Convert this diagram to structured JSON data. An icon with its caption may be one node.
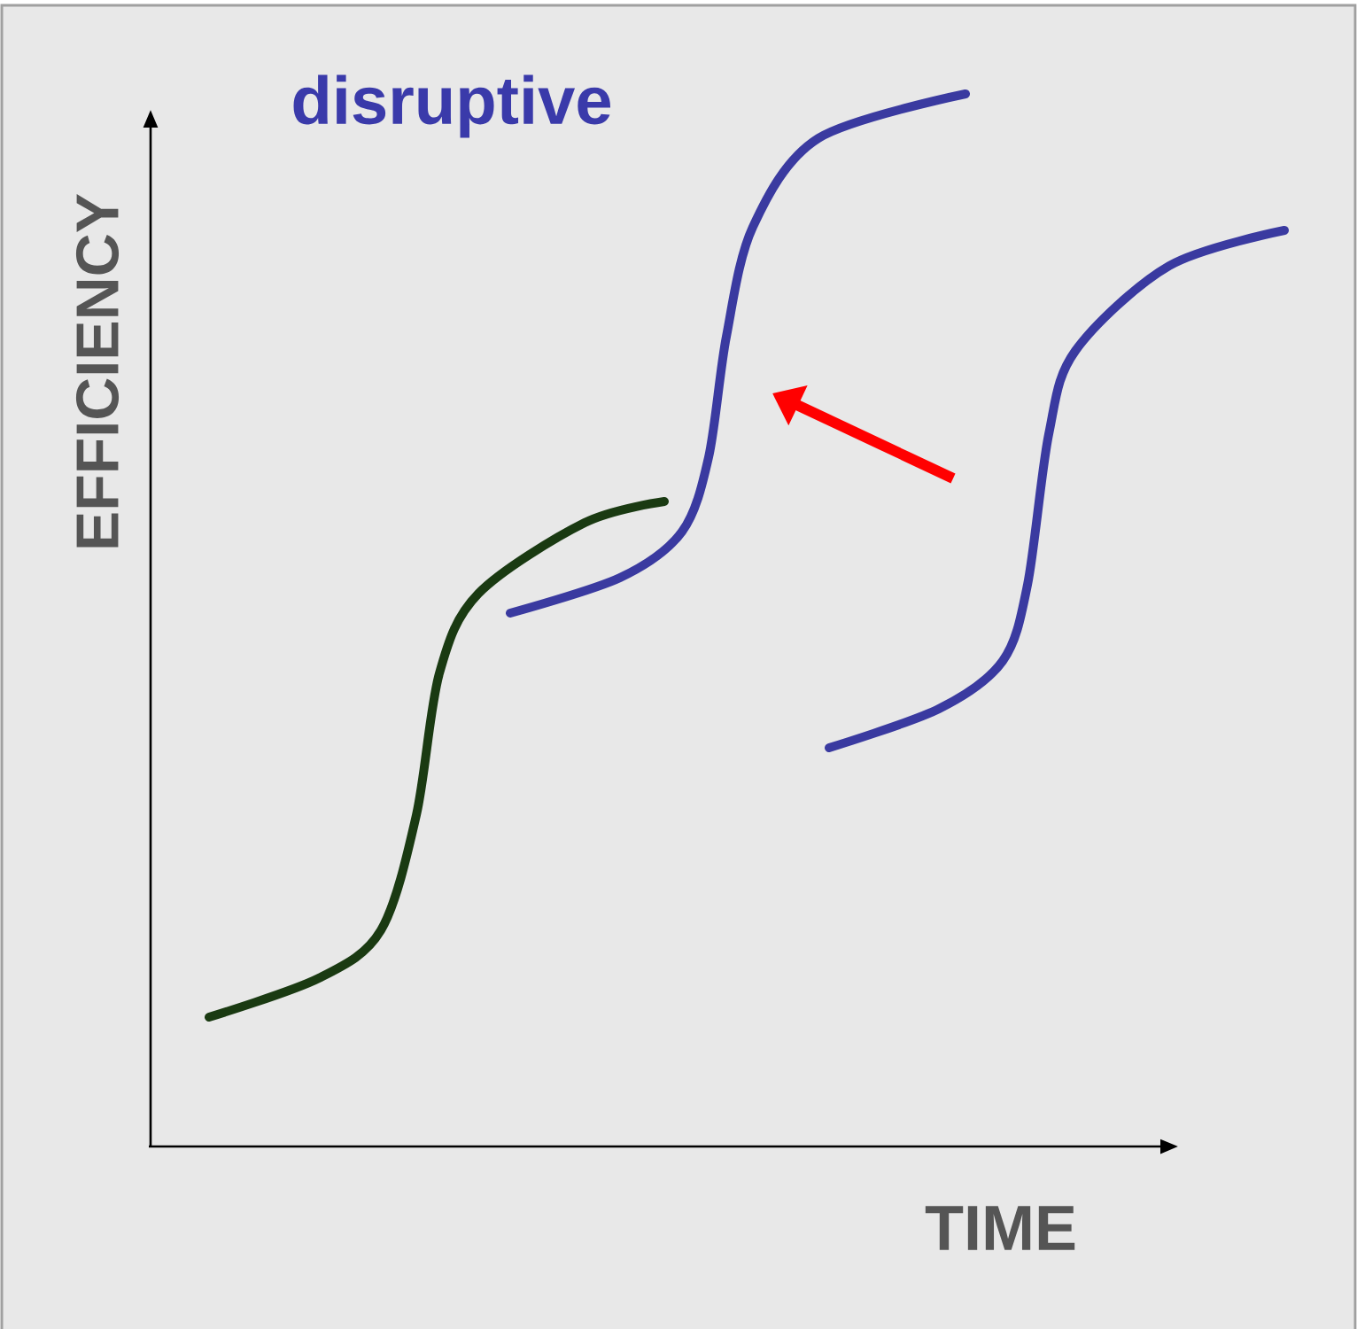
{
  "diagram": {
    "labels": [
      "disruptive",
      "EFFICIENCY",
      "TIME"
    ]
  }
}
